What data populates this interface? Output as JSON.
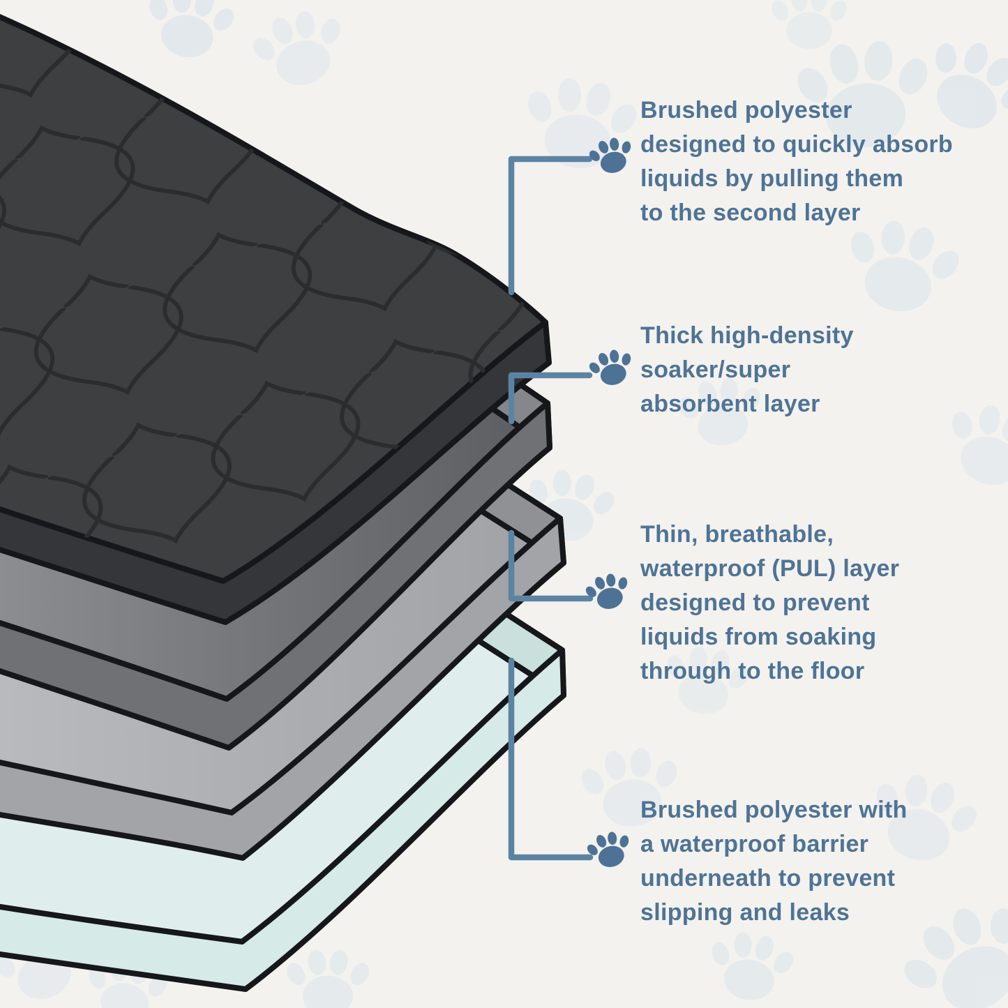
{
  "annotations": [
    {
      "marker_icon": "paw-print",
      "lines": [
        "Brushed polyester",
        "designed to quickly absorb",
        "liquids by pulling them",
        "to the second layer"
      ]
    },
    {
      "marker_icon": "paw-print",
      "lines": [
        "Thick high-density",
        "soaker/super",
        "absorbent layer"
      ]
    },
    {
      "marker_icon": "paw-print",
      "lines": [
        "Thin, breathable,",
        "waterproof (PUL) layer",
        "designed to prevent",
        "liquids from soaking",
        "through to the floor"
      ]
    },
    {
      "marker_icon": "paw-print",
      "lines": [
        "Brushed polyester with",
        "a waterproof barrier",
        "underneath to prevent",
        "slipping and leaks"
      ]
    }
  ],
  "icons": {
    "annotation_marker": "paw-print",
    "background_watermark": "paw-print"
  },
  "colors": {
    "background": "#f3f2ee",
    "outline": "#16171a",
    "text": "#4e7396",
    "connector": "#5d83a3",
    "paw_accent": "#4d7296",
    "paw_faint": "#d9e3ec",
    "layer1_top": "#3e3f41",
    "layer1_front": "#35363a",
    "layer1_pattern": "#2b2c2e",
    "layer2_top_left": "#8b8d90",
    "layer2_top_right": "#5a5c5f",
    "layer2_front": "#6f7174",
    "layer2_right": "#85878a",
    "layer3_top_left": "#b8babd",
    "layer3_top_right": "#9fa1a4",
    "layer3_front": "#a2a4a7",
    "layer3_right": "#8f9194",
    "layer4_top": "#dfeeec",
    "layer4_front": "#d6eae7",
    "layer4_right": "#c9e0dd"
  }
}
